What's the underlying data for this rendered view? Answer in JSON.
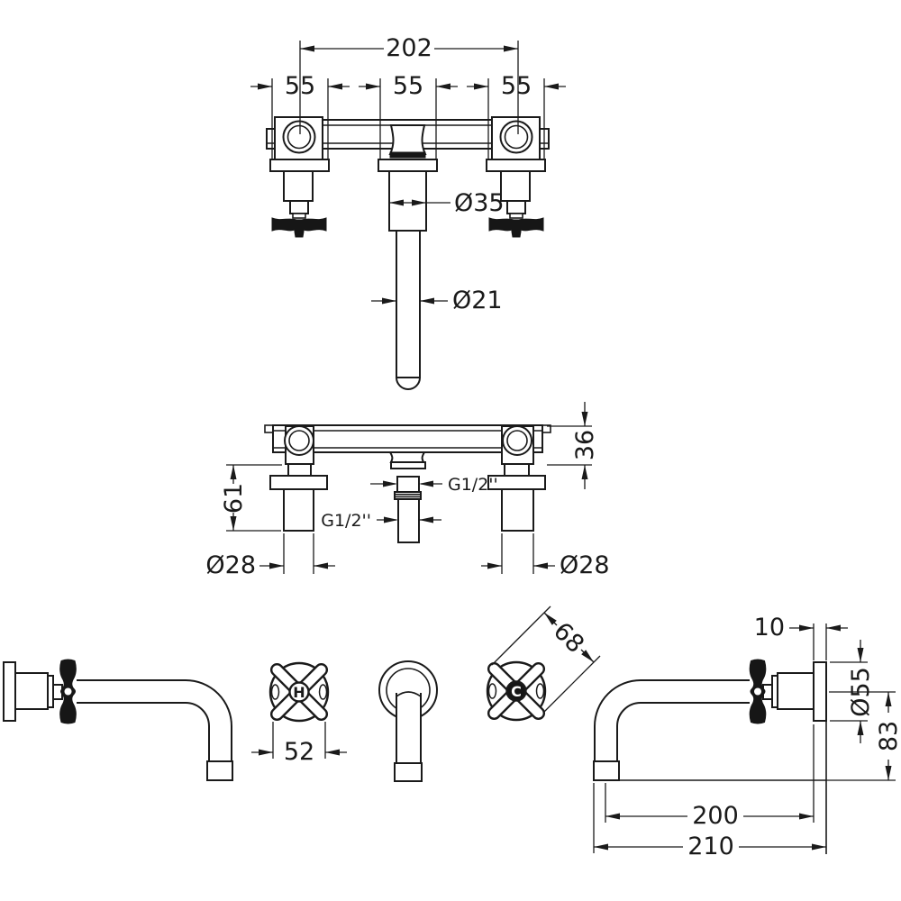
{
  "colors": {
    "line": "#1a1a1a",
    "background": "#ffffff",
    "handle_fill": "#161616"
  },
  "views": {
    "front": {
      "dims": {
        "centres_spread": "202",
        "left_flange_width": "55",
        "centre_flange_width": "55",
        "right_flange_width": "55",
        "spout_base_diameter": "Ø35",
        "spout_tube_diameter": "Ø21"
      }
    },
    "rear": {
      "dims": {
        "body_depth": "36",
        "tail_length": "61",
        "upper_thread": "G1/2''",
        "lower_thread": "G1/2''",
        "left_tail_diameter": "Ø28",
        "right_tail_diameter": "Ø28"
      }
    },
    "detail": {
      "dims": {
        "handle_width": "52",
        "handle_diagonal": "68"
      },
      "labels": {
        "hot": "H",
        "cold": "C"
      }
    },
    "side": {
      "dims": {
        "plate_thickness": "10",
        "flange_diameter": "Ø55",
        "spout_drop": "83",
        "spout_reach": "200",
        "overall_projection": "210"
      }
    }
  }
}
